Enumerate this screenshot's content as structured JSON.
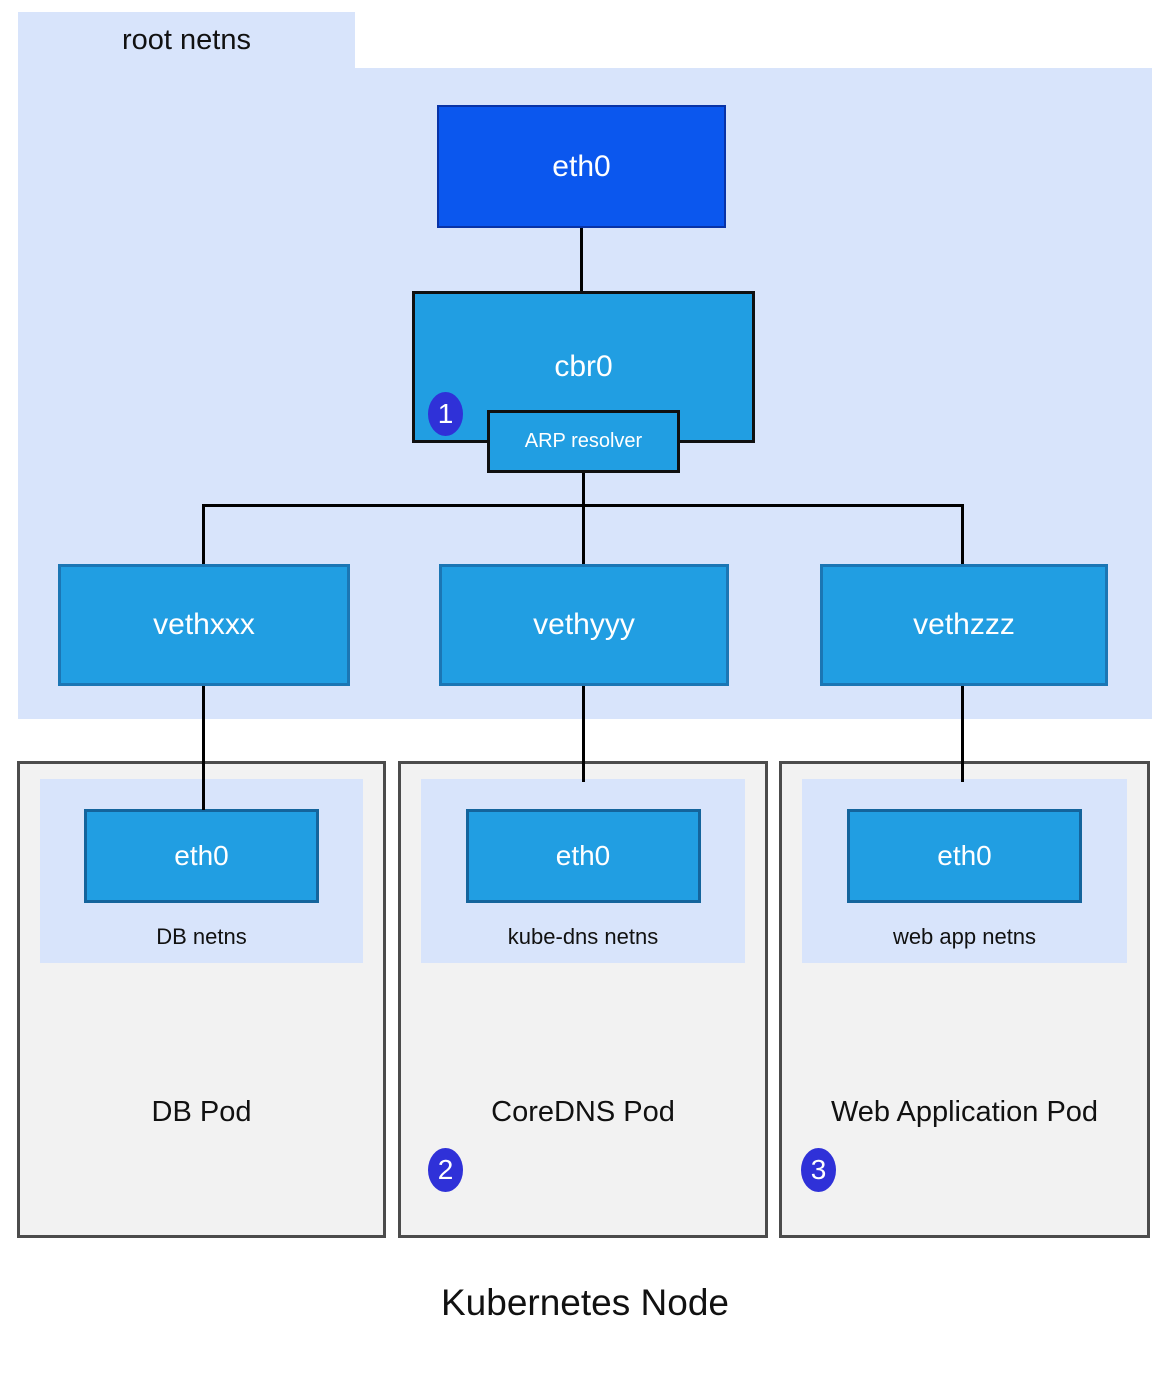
{
  "diagram_title": "Kubernetes Node",
  "root_netns": {
    "label": "root netns",
    "eth0_label": "eth0",
    "bridge_label": "cbr0",
    "arp_label": "ARP resolver",
    "veth_labels": [
      "vethxxx",
      "vethyyy",
      "vethzzz"
    ]
  },
  "badges": {
    "bridge": "1",
    "coredns": "2",
    "webapp": "3"
  },
  "pods": [
    {
      "iface_label": "eth0",
      "netns_label": "DB netns",
      "pod_label": "DB Pod"
    },
    {
      "iface_label": "eth0",
      "netns_label": "kube-dns netns",
      "pod_label": "CoreDNS Pod",
      "badge": "2"
    },
    {
      "iface_label": "eth0",
      "netns_label": "web app netns",
      "pod_label": "Web Application Pod",
      "badge": "3"
    }
  ],
  "colors": {
    "canvas_bg": "#ffffff",
    "netns_bg": "#d8e4fb",
    "node_eth0_fill": "#0b57ee",
    "device_fill": "#219ee2",
    "badge_fill": "#2f31d8",
    "pod_bg": "#f2f2f2",
    "pod_border": "#4c4c4c",
    "line": "#000000"
  }
}
